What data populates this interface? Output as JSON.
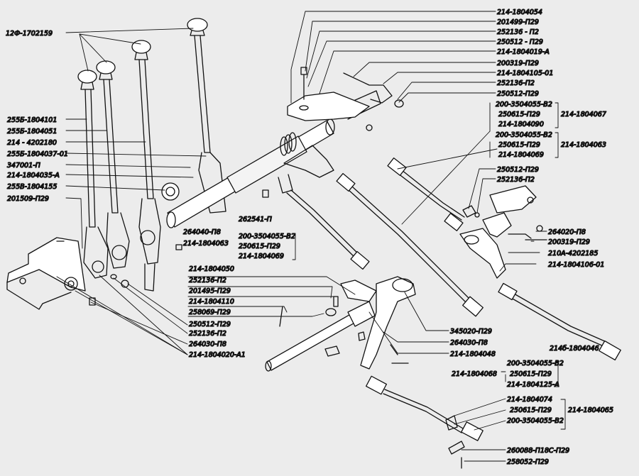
{
  "labels": {
    "lever_set": "12Ф-1702159",
    "l_255b_101": "255Б-1804101",
    "l_255b_051": "255Б-1804051",
    "l_214_4202180": "214 - 4202180",
    "l_255b_037": "255Б-1804037-01",
    "l_347001": "347001-П",
    "l_214_035": "214-1804035-А",
    "l_255v_155": "255В-1804155",
    "l_201509": "201509-П29",
    "l_214_054": "214-1804054",
    "l_201499": "201499-П29",
    "l_252136_a": "252136 - П2",
    "l_250512_a": "250512 - П29",
    "l_214_019": "214-1804019-А",
    "l_200319_a": "200319-П29",
    "l_214_105": "214-1804105-01",
    "l_252136_b": "252136-П2",
    "l_250512_b": "250512-П29",
    "l_200_3504055_a": "200-3504055-В2",
    "l_250615_a": "250615-П29",
    "l_214_090": "214-1804090",
    "l_214_067": "214-1804067",
    "l_200_3504055_b": "200-3504055-В2",
    "l_250615_b": "250615-П29",
    "l_214_069_a": "214-1804069",
    "l_214_063_a": "214-1804063",
    "l_250512_c": "250512-П29",
    "l_252136_c": "252136-П2",
    "l_262541": "262541-П",
    "l_264040": "264040-П8",
    "l_214_063_b": "214-1804063",
    "l_200_3504055_c": "200-3504055-В2",
    "l_250615_c": "250615-П29",
    "l_214_069_b": "214-1804069",
    "l_264020": "264020-П8",
    "l_200319_b": "200319-П29",
    "l_210a": "210А-4202185",
    "l_214_106": "214-1804106-01",
    "l_214_050": "214-1804050",
    "l_252136_d": "252136-П2",
    "l_201495": "201495-П29",
    "l_214_110": "214-1804110",
    "l_258069": "258069-П29",
    "l_250512_d": "250512-П29",
    "l_252136_e": "252136-П2",
    "l_264030": "264030-П8",
    "l_214_020": "214-1804020-А1",
    "l_345020": "345020-П29",
    "l_264030_b": "264030-П8",
    "l_214_048": "214-1804048",
    "l_214b_046": "214б-1804046",
    "l_214_068": "214-1804068",
    "l_200_3504055_d": "200-3504055-В2",
    "l_250615_d": "250615-П29",
    "l_214_125": "214-1804125-А",
    "l_214_074": "214-1804074",
    "l_250615_e": "250615-П29",
    "l_200_3504055_e": "200-3504055-В2",
    "l_214_065": "214-1804065",
    "l_260088": "260088-П18С-П29",
    "l_258052": "258052-П29"
  }
}
